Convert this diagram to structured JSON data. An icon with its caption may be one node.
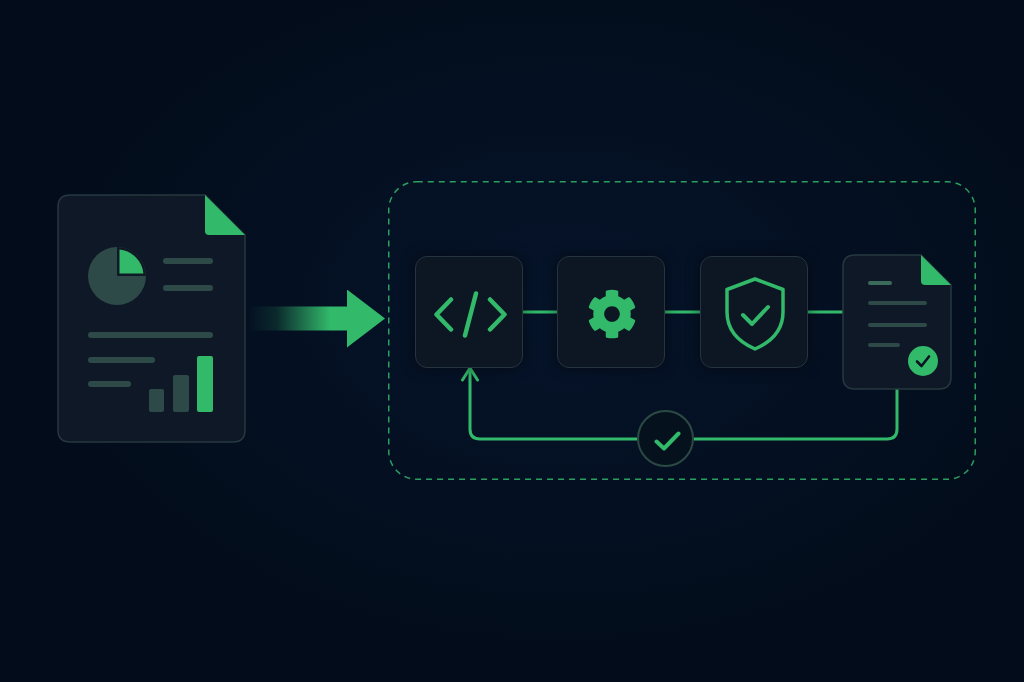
{
  "diagram": {
    "nodes": [
      {
        "text": [],
        "shape": "document"
      },
      {
        "text": [],
        "shape": "box"
      },
      {
        "text": [],
        "shape": "box",
        "in": 1
      },
      {
        "text": [],
        "shape": "box",
        "in": 1
      },
      {
        "text": [],
        "shape": "box",
        "in": 1
      },
      {
        "text": [],
        "shape": "document",
        "in": 1
      },
      {
        "text": [],
        "shape": "circle",
        "in": 1
      }
    ],
    "edges": [
      {
        "from": 0,
        "to": 1,
        "arrow": "to",
        "style": "thick"
      },
      {
        "from": 2,
        "to": 3,
        "arrow": "none"
      },
      {
        "from": 3,
        "to": 4,
        "arrow": "none"
      },
      {
        "from": 4,
        "to": 5,
        "arrow": "none"
      },
      {
        "from": 5,
        "to": 6,
        "arrow": "none"
      },
      {
        "from": 6,
        "to": 2,
        "arrow": "to"
      }
    ]
  }
}
